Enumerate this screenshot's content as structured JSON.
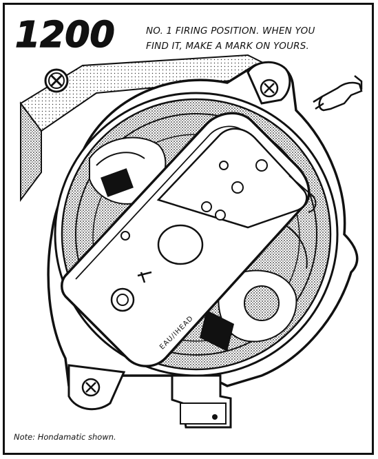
{
  "figure": {
    "model_number": "1200",
    "caption_lines": [
      "NO. 1 FIRING POSITION. WHEN YOU",
      "FIND IT, MAKE A MARK ON YOURS."
    ],
    "note": "Note: Hondamatic shown.",
    "rotor_marking": "EAU/IHEAD"
  },
  "icons": {
    "pointing_hand": "pointing-hand-icon",
    "screw": "phillips-screw-icon"
  },
  "colors": {
    "ink": "#111111",
    "paper": "#ffffff",
    "stipple": "#8a8a8a"
  }
}
